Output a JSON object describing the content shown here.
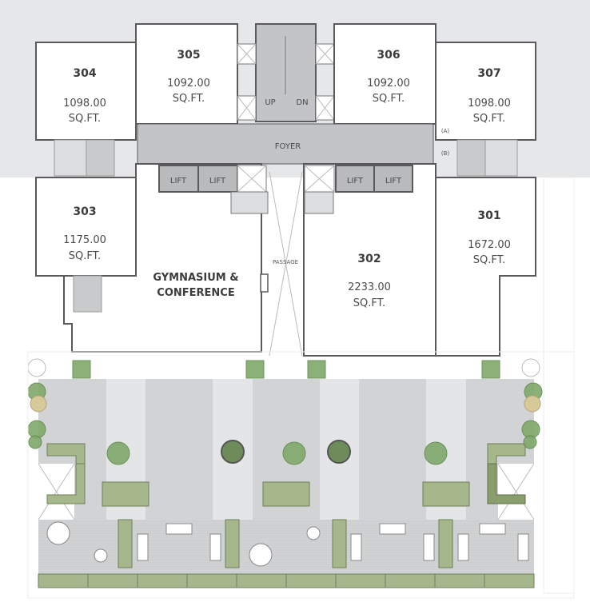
{
  "plan": {
    "units": [
      {
        "number": "304",
        "area": "1098.00",
        "unit": "SQ.FT."
      },
      {
        "number": "305",
        "area": "1092.00",
        "unit": "SQ.FT."
      },
      {
        "number": "306",
        "area": "1092.00",
        "unit": "SQ.FT."
      },
      {
        "number": "307",
        "area": "1098.00",
        "unit": "SQ.FT."
      },
      {
        "number": "303",
        "area": "1175.00",
        "unit": "SQ.FT."
      },
      {
        "number": "302",
        "area": "2233.00",
        "unit": "SQ.FT."
      },
      {
        "number": "301",
        "area": "1672.00",
        "unit": "SQ.FT."
      }
    ],
    "gym_line1": "GYMNASIUM &",
    "gym_line2": "CONFERENCE",
    "foyer": "FOYER",
    "passage": "PASSAGE",
    "lift": "LIFT",
    "stair_up": "UP",
    "stair_down": "DN",
    "marker_a": "(A)",
    "marker_b": "(B)"
  },
  "colors": {
    "background_upper": "#e6e7e8",
    "core_gray": "#c3c4c6",
    "terrace_gray": "#d2d3d5",
    "terrace_stripe": "#e4e5e6",
    "planter_green": "#a6b78c",
    "wall": "#5a5a5c"
  }
}
